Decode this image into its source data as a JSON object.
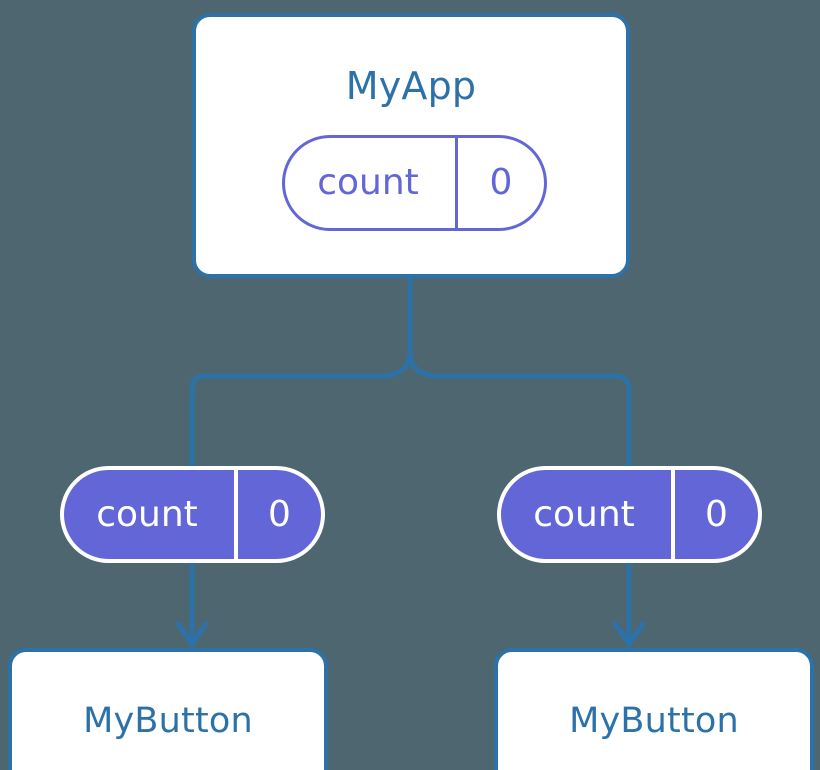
{
  "diagram": {
    "type": "component-tree",
    "background_color": "#4d6670",
    "accent_color": "#2c72a8",
    "state_color": "#6366d6"
  },
  "root": {
    "title": "MyApp",
    "state": {
      "key": "count",
      "value": "0"
    }
  },
  "children": [
    {
      "state": {
        "key": "count",
        "value": "0"
      },
      "title": "MyButton"
    },
    {
      "state": {
        "key": "count",
        "value": "0"
      },
      "title": "MyButton"
    }
  ]
}
